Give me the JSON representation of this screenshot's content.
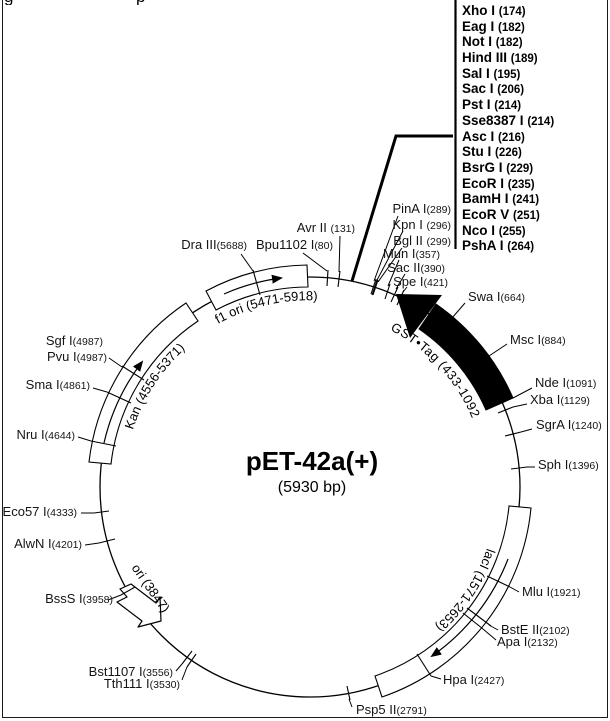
{
  "title": {
    "name": "pET-42a(+)",
    "size": "(5930 bp)"
  },
  "genes": {
    "gst": "GST•Tag (433-1092)",
    "f1": "f1 ori (5471-5918)",
    "kan": "Kan (4556-5371)",
    "laci": "lacI (1571-2653)",
    "ori": "ori (3847)"
  },
  "fragments": {
    "left": "g",
    "right": "p"
  },
  "mcs": [
    {
      "n": "Xho I ",
      "p": "(174)"
    },
    {
      "n": "Eag I ",
      "p": "(182)"
    },
    {
      "n": "Not I ",
      "p": "(182)"
    },
    {
      "n": "Hind III ",
      "p": "(189)"
    },
    {
      "n": "Sal I ",
      "p": "(195)"
    },
    {
      "n": "Sac I ",
      "p": "(206)"
    },
    {
      "n": "Pst I ",
      "p": "(214)"
    },
    {
      "n": "Sse8387 I ",
      "p": "(214)"
    },
    {
      "n": "Asc I ",
      "p": "(216)"
    },
    {
      "n": "Stu I ",
      "p": "(226)"
    },
    {
      "n": "BsrG I ",
      "p": "(229)"
    },
    {
      "n": "EcoR I ",
      "p": "(235)"
    },
    {
      "n": "BamH I ",
      "p": "(241)"
    },
    {
      "n": "EcoR V ",
      "p": "(251)"
    },
    {
      "n": "Nco I ",
      "p": "(255)"
    },
    {
      "n": "PshA I ",
      "p": "(264)"
    }
  ],
  "sites": {
    "pina": {
      "n": "PinA I",
      "p": "(289)"
    },
    "kpn": {
      "n": "Kpn I ",
      "p": "(296)"
    },
    "bgl2": {
      "n": "Bgl II ",
      "p": "(299)"
    },
    "mun": {
      "n": "Mun I",
      "p": "(357)"
    },
    "sac2": {
      "n": "Sac II",
      "p": "(390)"
    },
    "spe": {
      "n": "Spe I",
      "p": "(421)"
    },
    "avr2": {
      "n": "Avr II ",
      "p": "(131)"
    },
    "bpu1102": {
      "n": "Bpu1102 I",
      "p": "(80)"
    },
    "dra3": {
      "n": "Dra III",
      "p": "(5688)"
    },
    "swa": {
      "n": "Swa I",
      "p": "(664)"
    },
    "msc": {
      "n": "Msc I",
      "p": "(884)"
    },
    "nde": {
      "n": "Nde I",
      "p": "(1091)"
    },
    "xba": {
      "n": "Xba I",
      "p": "(1129)"
    },
    "sgra": {
      "n": "SgrA I",
      "p": "(1240)"
    },
    "sph": {
      "n": "Sph I",
      "p": "(1396)"
    },
    "mlu": {
      "n": "Mlu I",
      "p": "(1921)"
    },
    "bste2": {
      "n": "BstE II",
      "p": "(2102)"
    },
    "apa": {
      "n": "Apa I",
      "p": "(2132)"
    },
    "hpa": {
      "n": "Hpa I",
      "p": "(2427)"
    },
    "psp5": {
      "n": "Psp5 II",
      "p": "(2791)"
    },
    "tth111": {
      "n": "Tth111 I",
      "p": "(3530)"
    },
    "bst1107": {
      "n": "Bst1107 I",
      "p": "(3556)"
    },
    "bsss": {
      "n": "BssS I",
      "p": "(3958)"
    },
    "alwn": {
      "n": "AlwN I",
      "p": "(4201)"
    },
    "eco57": {
      "n": "Eco57 I",
      "p": "(4333)"
    },
    "nru": {
      "n": "Nru I",
      "p": "(4644)"
    },
    "sma": {
      "n": "Sma I",
      "p": "(4861)"
    },
    "pvu": {
      "n": "Pvu I",
      "p": "(4987)"
    },
    "sgf": {
      "n": "Sgf I",
      "p": "(4987)"
    }
  }
}
